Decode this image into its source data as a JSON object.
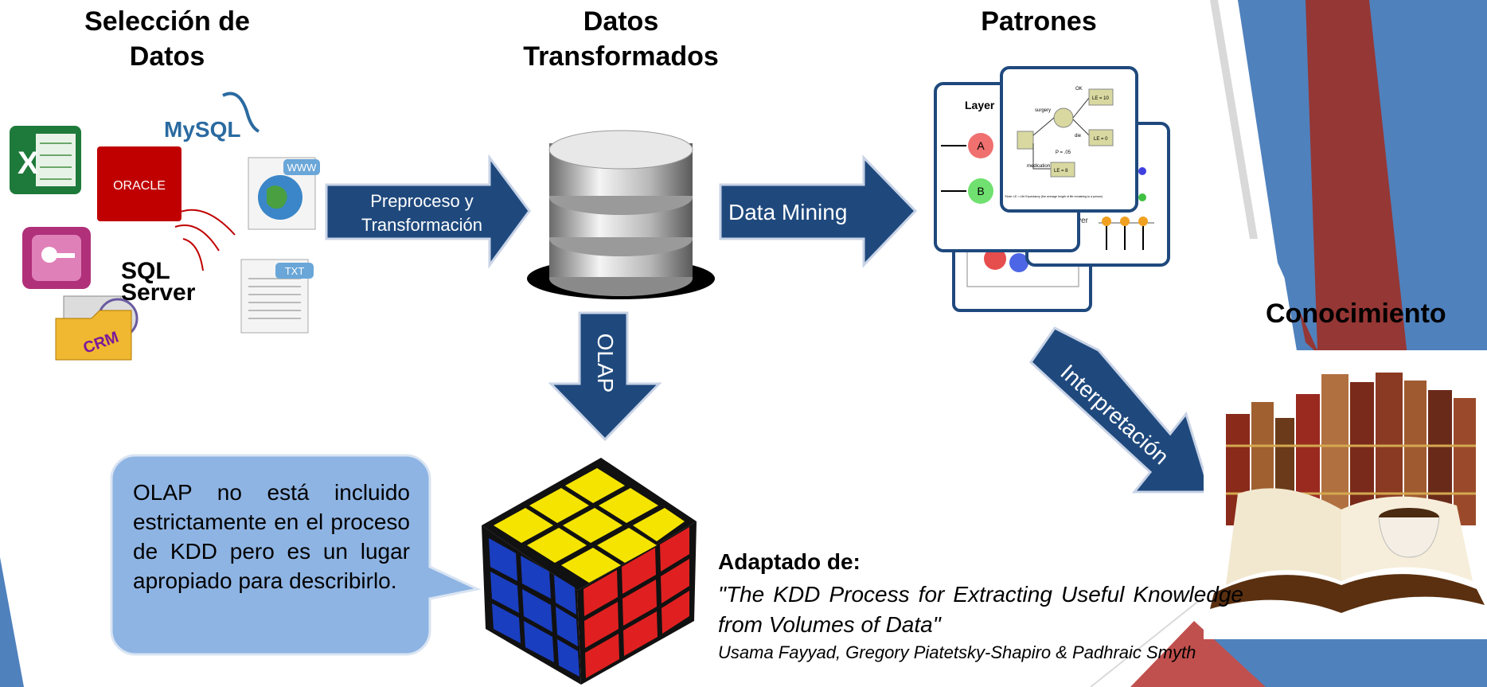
{
  "titles": {
    "seleccion": [
      "Selección de",
      "Datos"
    ],
    "transformados": [
      "Datos",
      "Transformados"
    ],
    "patrones": "Patrones",
    "conocimiento": "Conocimiento"
  },
  "arrows": {
    "preproceso": [
      "Preproceso y",
      "Transformación"
    ],
    "mining": "Data Mining",
    "olap": "OLAP",
    "interpretacion": "Interpretación"
  },
  "source_icons": {
    "mysql": "MySQL",
    "oracle": "ORACLE",
    "sql_server": [
      "SQL",
      "Server"
    ],
    "crm": "CRM",
    "www": "WWW",
    "txt": "TXT"
  },
  "patterns": {
    "layer": "Layer",
    "node_a": "A",
    "node_b": "B",
    "ok": "OK",
    "surgery": "surgery",
    "medication": "medication",
    "die": "die",
    "prob": "P = .05",
    "le10": "LE = 10",
    "le0": "LE = 0",
    "le8": "LE = 8",
    "note": "*Note: LE = Life Expectancy (the average length of life remaining to a person)"
  },
  "bubble": "OLAP no está incluido estrictamente en el proceso de KDD pero es un lugar apropiado para describirlo.",
  "citation": {
    "heading": "Adaptado de:",
    "title": "\"The KDD Process for Extracting Useful Knowledge from Volumes of Data\"",
    "authors": "Usama Fayyad, Gregory Piatetsky-Shapiro & Padhraic Smyth"
  },
  "colors": {
    "arrow": "#1f497d",
    "bubble": "#8eb4e3",
    "deco_blue": "#4f81bd",
    "deco_red": "#953735"
  }
}
